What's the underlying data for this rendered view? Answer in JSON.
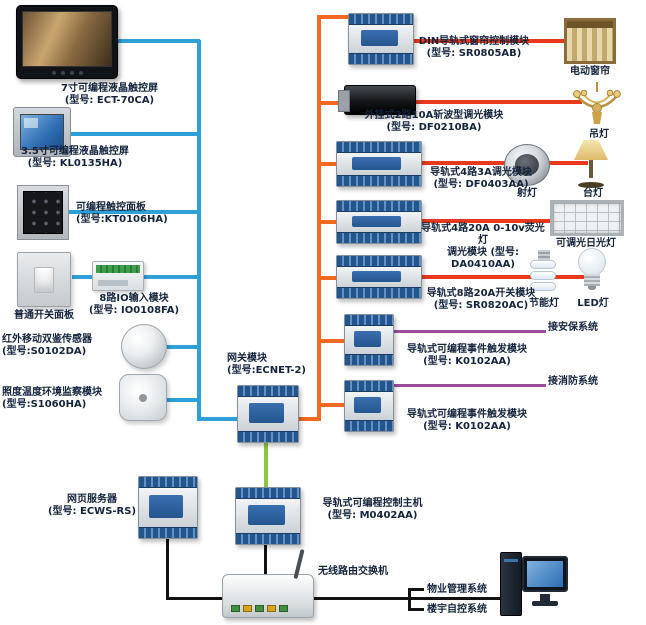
{
  "left_devices": [
    {
      "name": "7寸可编程液晶触控屏",
      "model": "(型号: ECT-70CA)"
    },
    {
      "name": "3.5寸可编程液晶触控屏",
      "model": "(型号: KL0135HA)"
    },
    {
      "name": "可编程触控面板",
      "model": "(型号:KT0106HA)"
    },
    {
      "name": "普通开关面板"
    },
    {
      "name": "8路IO输入模块",
      "model": "(型号: IO0108FA)"
    },
    {
      "name": "红外移动双鉴传感器",
      "model": "(型号:S0102DA)"
    },
    {
      "name": "照度温度环境监察模块",
      "model": "(型号:S1060HA)"
    }
  ],
  "center": {
    "gateway": {
      "name": "网关模块",
      "model": "(型号:ECNET-2)"
    },
    "host": {
      "name": "导轨式可编程控制主机",
      "model": "(型号: M0402AA)"
    },
    "webserver": {
      "name": "网页服务器",
      "model": "(型号: ECWS-RS)"
    },
    "router": {
      "name": "无线路由交换机"
    }
  },
  "right_modules": [
    {
      "name": "DIN导轨式窗帘控制模块",
      "model": "(型号: SR0805AB)"
    },
    {
      "name": "外挂式2路10A斩波型调光模块",
      "model": "(型号: DF0210BA)"
    },
    {
      "name": "导轨式4路3A调光模块",
      "model": "(型号: DF0403AA)"
    },
    {
      "name": "导轨式4路20A 0-10v荧光灯",
      "model": "调光模块 (型号: DA0410AA)"
    },
    {
      "name": "导轨式8路20A开关模块",
      "model": "(型号: SR0820AC)"
    },
    {
      "name": "导轨式可编程事件触发模块",
      "model": "(型号: K0102AA)"
    },
    {
      "name": "导轨式可编程事件触发模块",
      "model": "(型号: K0102AA)"
    }
  ],
  "appliances": {
    "curtain": "电动窗帘",
    "chandelier": "吊灯",
    "spotlight": "射灯",
    "table_lamp": "台灯",
    "fluorescent": "可调光日光灯",
    "cfl": "节能灯",
    "led": "LED灯"
  },
  "systems": {
    "security": "接安保系统",
    "fire": "接消防系统",
    "property": "物业管理系统",
    "building": "楼宇自控系统"
  },
  "colors": {
    "blue_bus": "#2da0d8",
    "orange_bus": "#f26a21",
    "red_link": "#e8391c",
    "purple_link": "#9b4d9b",
    "green_link": "#8dc63f",
    "black_link": "#111111",
    "module_blue": "#2a5d9e"
  }
}
